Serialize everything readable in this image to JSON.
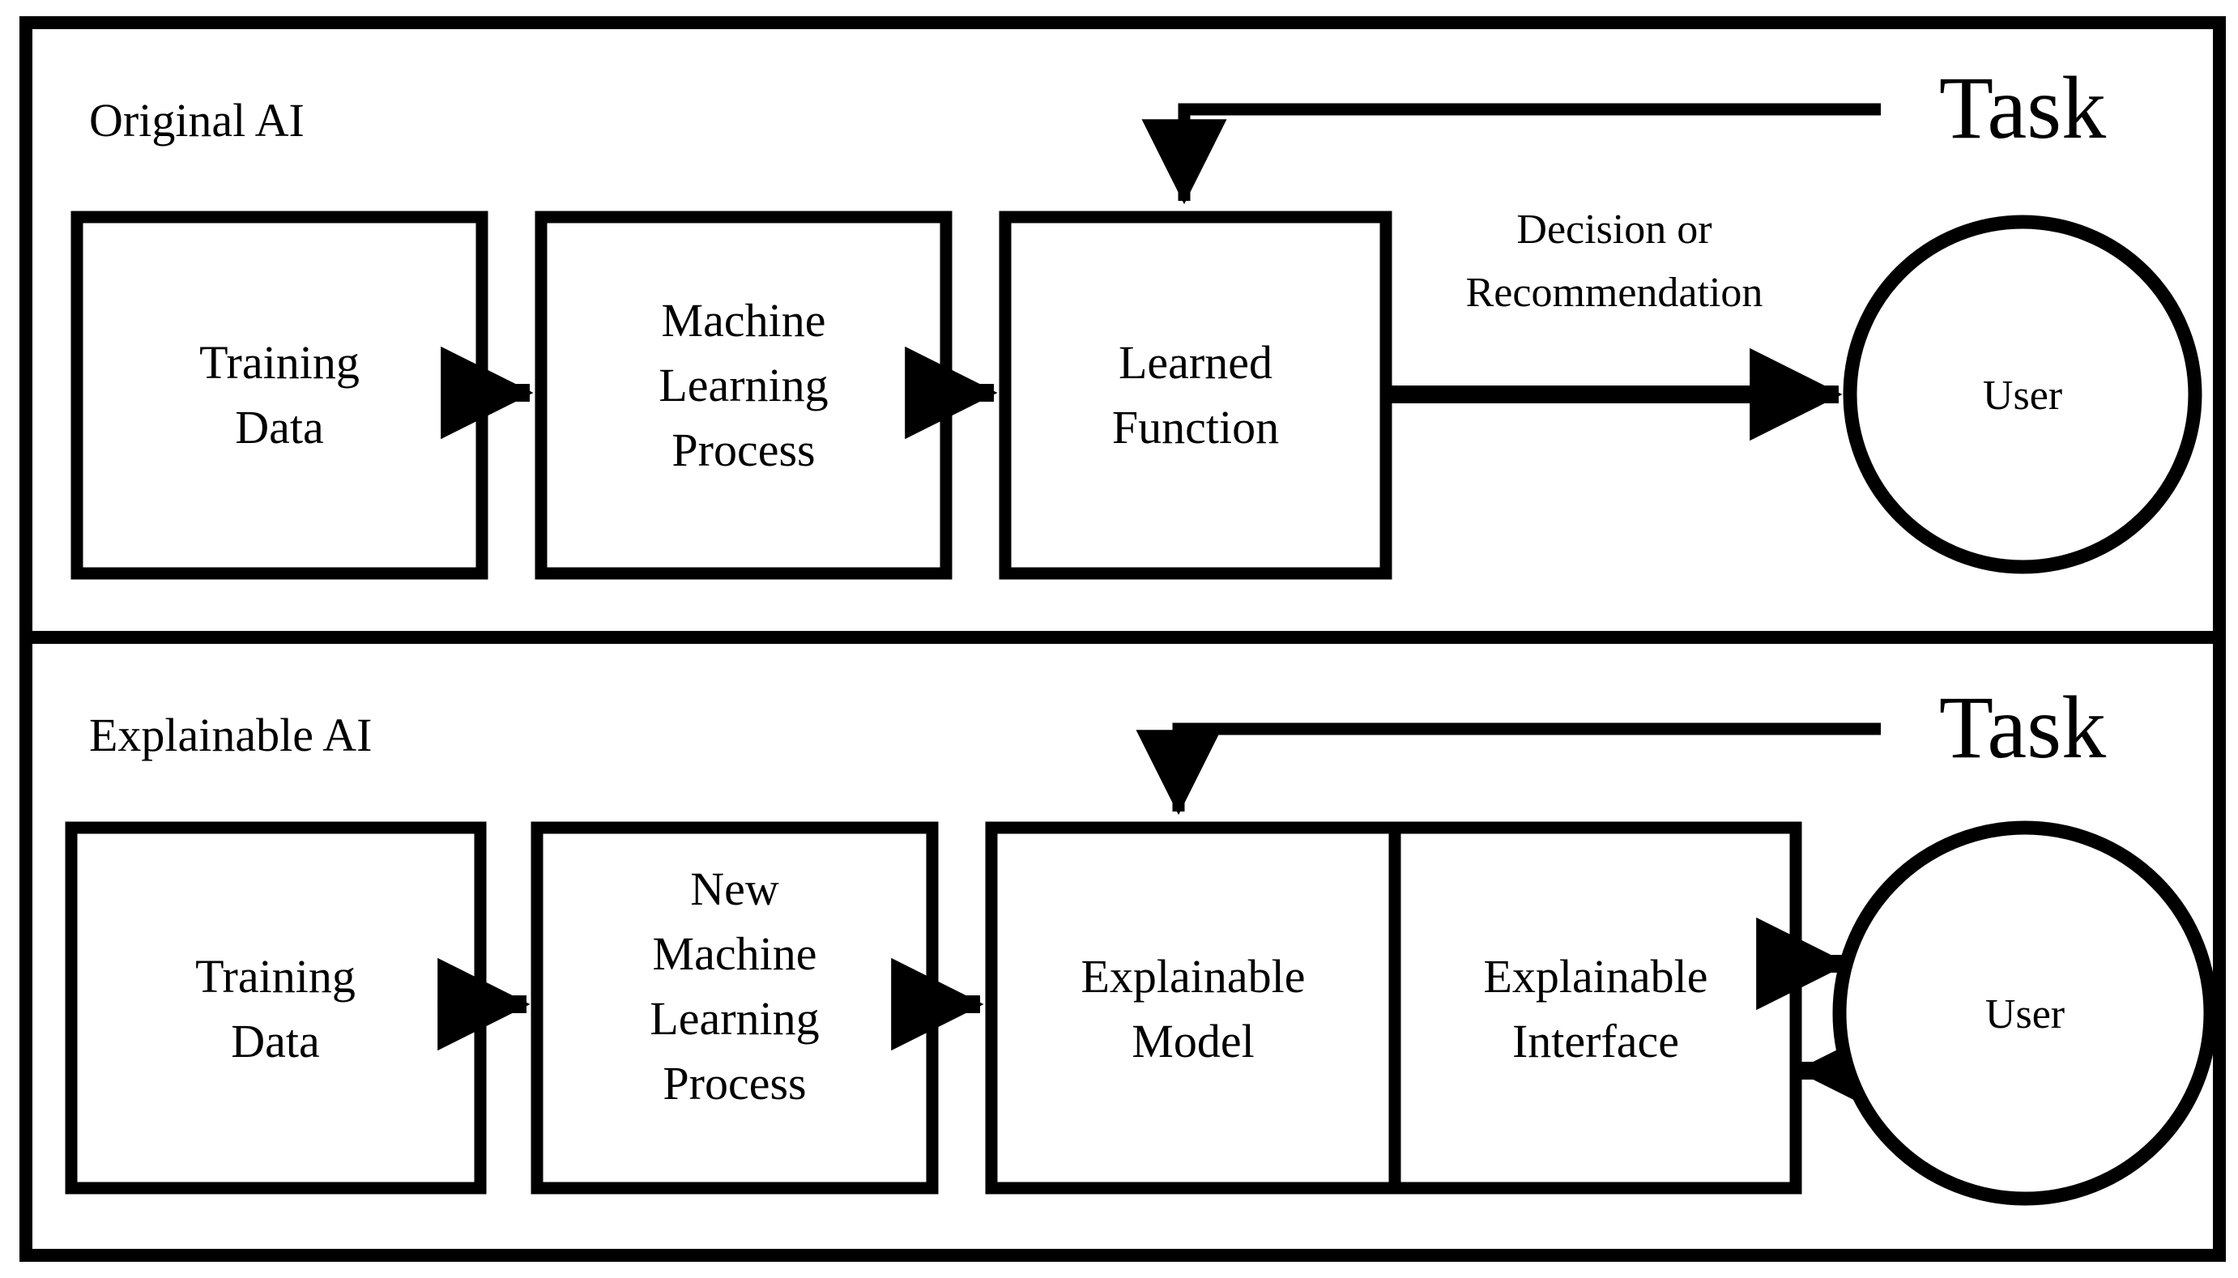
{
  "figure": {
    "background_color": "#ffffff",
    "line_color": "#000000",
    "panels": [
      {
        "id": "original-ai",
        "title": "Original AI",
        "nodes": [
          {
            "id": "training-data",
            "label": "Training\nData",
            "lines": [
              "Training",
              "Data"
            ],
            "shape": "rect"
          },
          {
            "id": "ml-process",
            "label": "Machine Learning Process",
            "lines": [
              "Machine",
              "Learning",
              "Process"
            ],
            "shape": "rect"
          },
          {
            "id": "learned-function",
            "label": "Learned Function",
            "lines": [
              "Learned",
              "Function"
            ],
            "shape": "rect"
          },
          {
            "id": "user",
            "label": "User",
            "lines": [
              "User"
            ],
            "shape": "circle"
          }
        ],
        "task_label": "Task",
        "edge_label": "Decision or Recommendation",
        "edge_label_lines": [
          "Decision or",
          "Recommendation"
        ],
        "flow": [
          {
            "from": "training-data",
            "to": "ml-process",
            "type": "arrow"
          },
          {
            "from": "ml-process",
            "to": "learned-function",
            "type": "arrow"
          },
          {
            "from": "learned-function",
            "to": "user",
            "type": "arrow",
            "label": "Decision or Recommendation"
          },
          {
            "from": "task",
            "to": "learned-function",
            "type": "arrow"
          }
        ]
      },
      {
        "id": "explainable-ai",
        "title": "Explainable AI",
        "nodes": [
          {
            "id": "training-data",
            "label": "Training Data",
            "lines": [
              "Training",
              "Data"
            ],
            "shape": "rect"
          },
          {
            "id": "new-ml-process",
            "label": "New Machine Learning Process",
            "lines": [
              "New",
              "Machine",
              "Learning",
              "Process"
            ],
            "shape": "rect"
          },
          {
            "id": "explainable-model",
            "label": "Explainable Model",
            "lines": [
              "Explainable",
              "Model"
            ],
            "shape": "rect"
          },
          {
            "id": "explainable-interface",
            "label": "Explainable Interface",
            "lines": [
              "Explainable",
              "Interface"
            ],
            "shape": "rect"
          },
          {
            "id": "user",
            "label": "User",
            "lines": [
              "User"
            ],
            "shape": "circle"
          }
        ],
        "task_label": "Task",
        "flow": [
          {
            "from": "training-data",
            "to": "new-ml-process",
            "type": "arrow"
          },
          {
            "from": "new-ml-process",
            "to": "explainable-model",
            "type": "arrow"
          },
          {
            "from": "explainable-interface",
            "to": "user",
            "type": "arrow"
          },
          {
            "from": "user",
            "to": "explainable-interface",
            "type": "arrow"
          },
          {
            "from": "task",
            "to": "explainable-model",
            "type": "arrow"
          }
        ]
      }
    ]
  },
  "labels": {
    "panel1_title": "Original AI",
    "panel1_box1_l1": "Training",
    "panel1_box1_l2": "Data",
    "panel1_box2_l1": "Machine",
    "panel1_box2_l2": "Learning",
    "panel1_box2_l3": "Process",
    "panel1_box3_l1": "Learned",
    "panel1_box3_l2": "Function",
    "panel1_user": "User",
    "panel1_task": "Task",
    "panel1_edge_l1": "Decision or",
    "panel1_edge_l2": "Recommendation",
    "panel2_title": "Explainable AI",
    "panel2_box1_l1": "Training",
    "panel2_box1_l2": "Data",
    "panel2_box2_l1": "New",
    "panel2_box2_l2": "Machine",
    "panel2_box2_l3": "Learning",
    "panel2_box2_l4": "Process",
    "panel2_box3_l1": "Explainable",
    "panel2_box3_l2": "Model",
    "panel2_box4_l1": "Explainable",
    "panel2_box4_l2": "Interface",
    "panel2_user": "User",
    "panel2_task": "Task"
  }
}
